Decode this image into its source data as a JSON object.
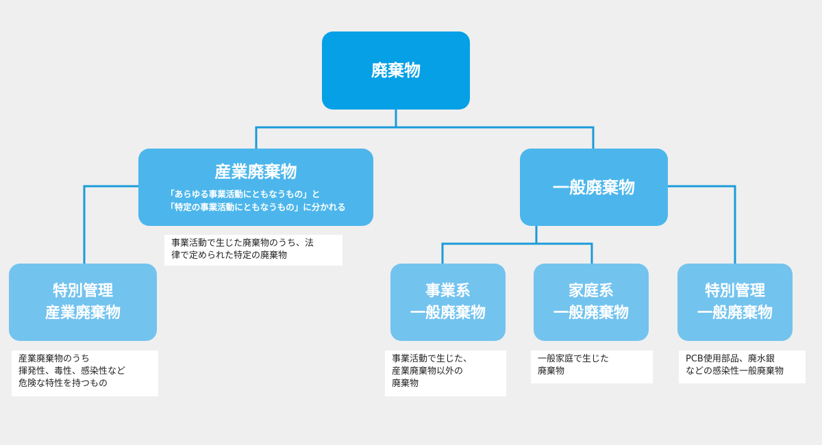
{
  "root": {
    "title": "廃棄物"
  },
  "industrial": {
    "title": "産業廃棄物",
    "desc_line1": "「あらゆる事業活動にともなうもの」と",
    "desc_line2": "「特定の事業活動にともなうもの」に分かれる",
    "note_line1": "事業活動で生じた廃棄物のうち、法",
    "note_line2": "律で定められた特定の廃棄物"
  },
  "general": {
    "title": "一般廃棄物"
  },
  "special_industrial": {
    "line1": "特別管理",
    "line2": "産業廃棄物",
    "note_line1": "産業廃棄物のうち",
    "note_line2": "揮発性、毒性、感染性など",
    "note_line3": "危険な特性を持つもの"
  },
  "business_general": {
    "line1": "事業系",
    "line2": "一般廃棄物",
    "note_line1": "事業活動で生じた、",
    "note_line2": "産業廃棄物以外の",
    "note_line3": "廃棄物"
  },
  "household_general": {
    "line1": "家庭系",
    "line2": "一般廃棄物",
    "note_line1": "一般家庭で生じた",
    "note_line2": "廃棄物"
  },
  "special_general": {
    "line1": "特別管理",
    "line2": "一般廃棄物",
    "note_line1": "PCB使用部品、廃水銀",
    "note_line2": "などの感染性一般廃棄物"
  },
  "colors": {
    "dark": "#06a0e6",
    "mid": "#4cb6ec",
    "light": "#73c3ef",
    "line": "#1a9bd8"
  }
}
